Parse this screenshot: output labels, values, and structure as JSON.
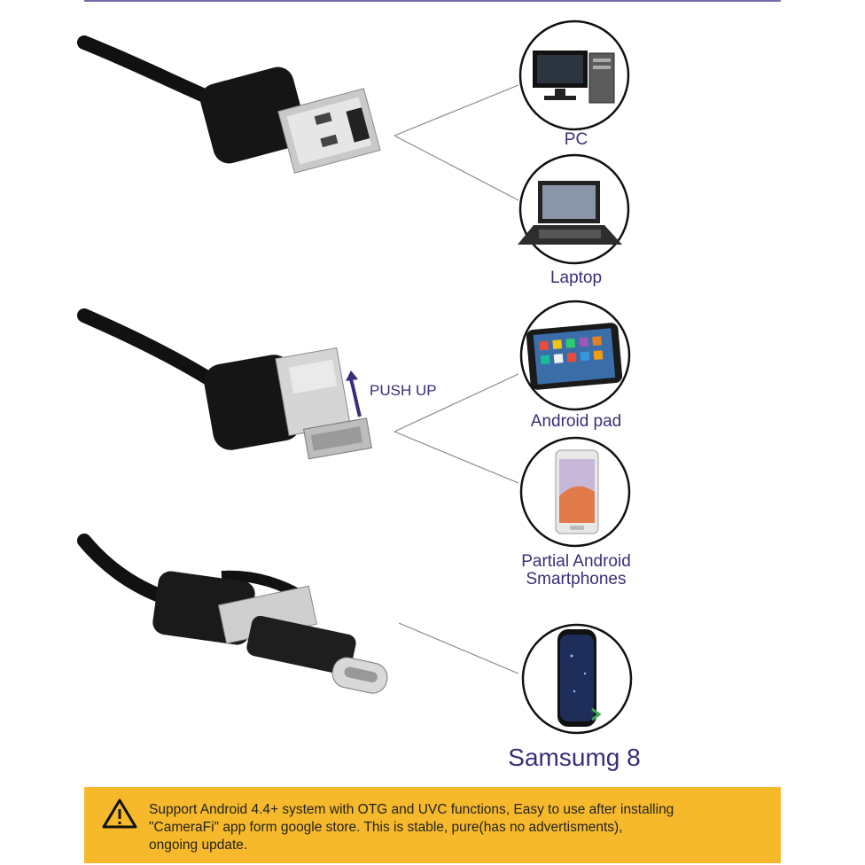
{
  "devices": {
    "pc": {
      "label": "PC",
      "icon": "desktop-pc-icon"
    },
    "laptop": {
      "label": "Laptop",
      "icon": "laptop-icon"
    },
    "android_pad": {
      "label": "Android pad",
      "icon": "tablet-icon"
    },
    "partial_android": {
      "label_line1": "Partial Android",
      "label_line2": "Smartphones",
      "icon": "smartphone-icon"
    },
    "samsung": {
      "label": "Samsumg 8",
      "icon": "samsung-phone-icon"
    }
  },
  "push_up": {
    "label": "PUSH UP"
  },
  "notice": {
    "icon": "warning-icon",
    "line1": "Support Android 4.4+ system with OTG and UVC functions, Easy to use after installing",
    "line2": "\"CameraFi\" app form google store. This is stable, pure(has no advertisments),",
    "line3": "ongoing update."
  },
  "colors": {
    "label": "#3b2d7a",
    "notice_bg": "#f6b92c",
    "frame_line": "#6f5aa8"
  }
}
